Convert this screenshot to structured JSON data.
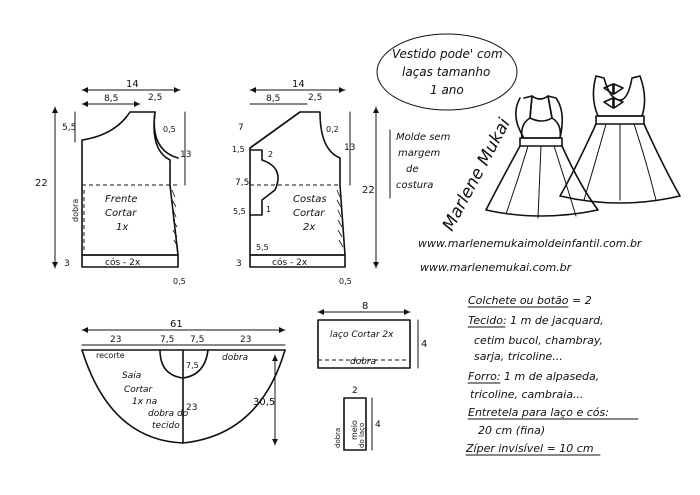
{
  "title": {
    "line1": "Vestido pode' com",
    "line2": "laças tamanho",
    "line3": "1 ano"
  },
  "note": {
    "line1": "Molde sem",
    "line2": "margem",
    "line3": "de",
    "line4": "costura"
  },
  "signature": "Marlene Mukai",
  "urls": {
    "url1": "www.marlenemukaimoldeinfantil.com.br",
    "url2": "www.marlenemukai.com.br"
  },
  "front": {
    "width_total": "14",
    "width_neck": "8,5",
    "shoulder": "2,5",
    "neck_drop": "5,5",
    "armhole_drop": "0,5",
    "side": "13",
    "length": "22",
    "hem": "3",
    "hem_side": "0,5",
    "label1": "Frente",
    "label2": "Cortar",
    "label3": "1x",
    "fold": "dobra",
    "band": "cós - 2x"
  },
  "back": {
    "width_total": "14",
    "width_neck": "8,5",
    "shoulder": "2,5",
    "neck_drop": "7",
    "armhole_drop": "0,2",
    "cutout_w": "1,5",
    "cutout_top": "2",
    "cutout_h": "7,5",
    "cutout_side": "1",
    "cutout_bottom": "5,5",
    "side": "13",
    "length": "22",
    "hem_w": "5,5",
    "hem": "3",
    "hem_side": "0,5",
    "label1": "Costas",
    "label2": "Cortar",
    "label3": "2x",
    "band": "cós - 2x"
  },
  "skirt": {
    "width_total": "61",
    "seg1": "23",
    "seg2": "7,5",
    "seg3": "7,5",
    "seg4": "23",
    "drop_center": "7,5",
    "depth": "23",
    "length_side": "30,5",
    "seam": "recorte",
    "fold": "dobra",
    "label1": "Saia",
    "label2": "Cortar",
    "label3": "1x na",
    "label4": "dobra do",
    "label5": "tecido"
  },
  "bow": {
    "width": "8",
    "height": "4",
    "label": "laço Cortar 2x",
    "fold": "dobra"
  },
  "middle": {
    "width": "2",
    "height": "4",
    "label1": "meio",
    "label2": "do laço",
    "fold": "dobra"
  },
  "materials": {
    "line1": "Colchete ou botão = 2",
    "line2": "Tecido: 1 m   de jacquard,",
    "line3": "cetim bucol, chambray,",
    "line4": "sarja, tricoline...",
    "line5": "Forro: 1 m  de alpaseda,",
    "line6": "tricoline, cambraia...",
    "line7": "Entretela para laço e cós:",
    "line8": "20 cm (fina)",
    "line9": "Zíper invisível = 10 cm"
  }
}
